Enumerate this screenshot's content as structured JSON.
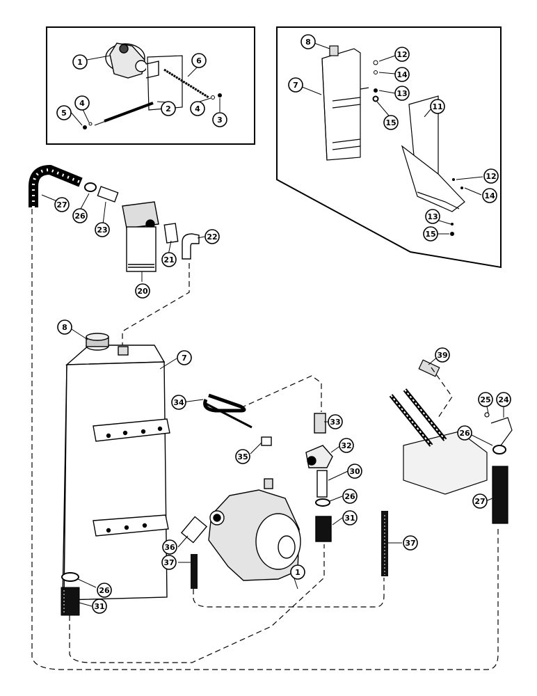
{
  "callouts": [
    {
      "id": "c1a",
      "label": "1"
    },
    {
      "id": "c2",
      "label": "2"
    },
    {
      "id": "c3",
      "label": "3"
    },
    {
      "id": "c4a",
      "label": "4"
    },
    {
      "id": "c4b",
      "label": "4"
    },
    {
      "id": "c5",
      "label": "5"
    },
    {
      "id": "c6",
      "label": "6"
    },
    {
      "id": "c8a",
      "label": "8"
    },
    {
      "id": "c7a",
      "label": "7"
    },
    {
      "id": "c12a",
      "label": "12"
    },
    {
      "id": "c14a",
      "label": "14"
    },
    {
      "id": "c13a",
      "label": "13"
    },
    {
      "id": "c15a",
      "label": "15"
    },
    {
      "id": "c11",
      "label": "11"
    },
    {
      "id": "c12b",
      "label": "12"
    },
    {
      "id": "c14b",
      "label": "14"
    },
    {
      "id": "c13b",
      "label": "13"
    },
    {
      "id": "c15b",
      "label": "15"
    },
    {
      "id": "c27a",
      "label": "27"
    },
    {
      "id": "c26a",
      "label": "26"
    },
    {
      "id": "c23",
      "label": "23"
    },
    {
      "id": "c20",
      "label": "20"
    },
    {
      "id": "c21",
      "label": "21"
    },
    {
      "id": "c22",
      "label": "22"
    },
    {
      "id": "c8b",
      "label": "8"
    },
    {
      "id": "c7b",
      "label": "7"
    },
    {
      "id": "c34",
      "label": "34"
    },
    {
      "id": "c35",
      "label": "35"
    },
    {
      "id": "c33",
      "label": "33"
    },
    {
      "id": "c32",
      "label": "32"
    },
    {
      "id": "c30",
      "label": "30"
    },
    {
      "id": "c26b",
      "label": "26"
    },
    {
      "id": "c31a",
      "label": "31"
    },
    {
      "id": "c39",
      "label": "39"
    },
    {
      "id": "c25",
      "label": "25"
    },
    {
      "id": "c24",
      "label": "24"
    },
    {
      "id": "c26c",
      "label": "26"
    },
    {
      "id": "c27b",
      "label": "27"
    },
    {
      "id": "c36",
      "label": "36"
    },
    {
      "id": "c37a",
      "label": "37"
    },
    {
      "id": "c1b",
      "label": "1"
    },
    {
      "id": "c37b",
      "label": "37"
    },
    {
      "id": "c26d",
      "label": "26"
    },
    {
      "id": "c31b",
      "label": "31"
    }
  ]
}
